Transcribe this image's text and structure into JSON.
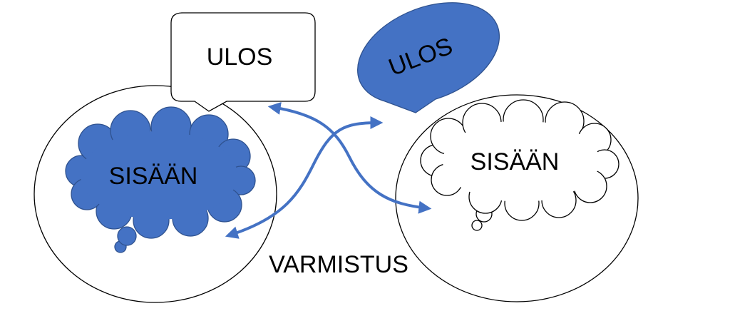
{
  "colors": {
    "accent": "#4472c4",
    "outline": "#000000",
    "background": "#ffffff"
  },
  "left_person": {
    "speech_bubble": {
      "text": "ULOS",
      "fill": "#ffffff"
    },
    "thought_bubble": {
      "text": "SISÄÄN",
      "fill": "#4472c4"
    }
  },
  "right_person": {
    "speech_bubble": {
      "text": "ULOS",
      "fill": "#4472c4"
    },
    "thought_bubble": {
      "text": "SISÄÄN",
      "fill": "#ffffff"
    }
  },
  "connector": {
    "text": "VARMISTUS"
  }
}
